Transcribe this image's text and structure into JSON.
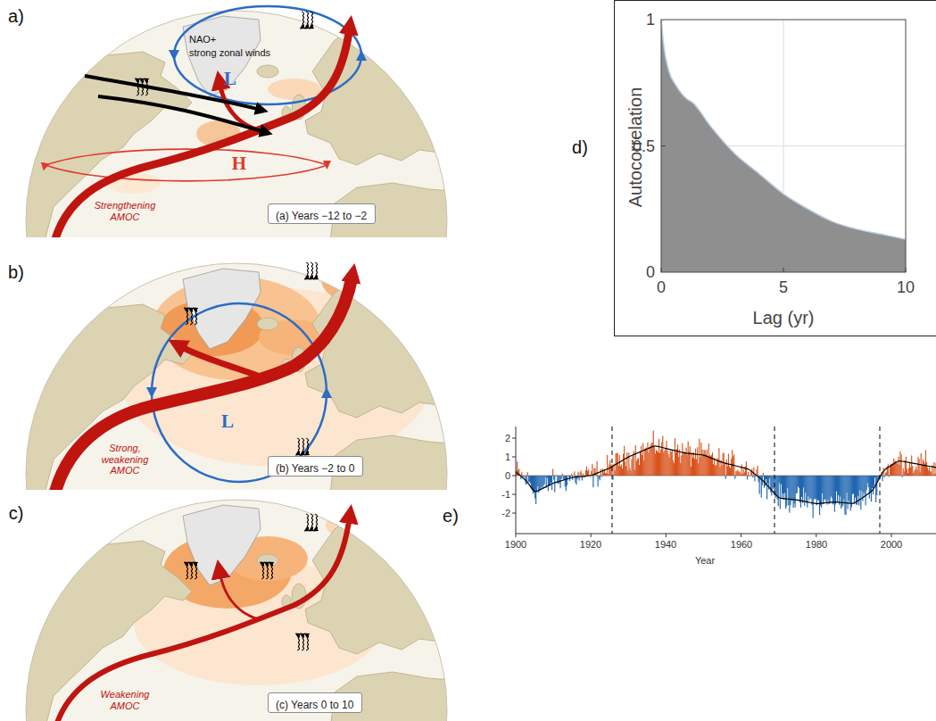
{
  "diagram": {
    "nodes": [
      {
        "text": [
          "(a) Years −12 to −2"
        ]
      },
      {
        "text": [
          "(b) Years −2 to 0"
        ]
      },
      {
        "text": [
          "(c) Years 0 to 10"
        ]
      }
    ],
    "labels": [
      "a)",
      "b)",
      "c)",
      "d)",
      "e)",
      "NAO+",
      "strong zonal winds",
      "L",
      "H",
      "Strengthening AMOC",
      "L",
      "Strong, weakening AMOC",
      "Weakening AMOC",
      "Autocorrelation",
      "Lag (yr)",
      "1",
      "0.5",
      "0",
      "0",
      "5",
      "10",
      "2",
      "1",
      "0",
      "-1",
      "-2",
      "1900",
      "1920",
      "1940",
      "1960",
      "1980",
      "2000",
      "Year"
    ]
  }
}
